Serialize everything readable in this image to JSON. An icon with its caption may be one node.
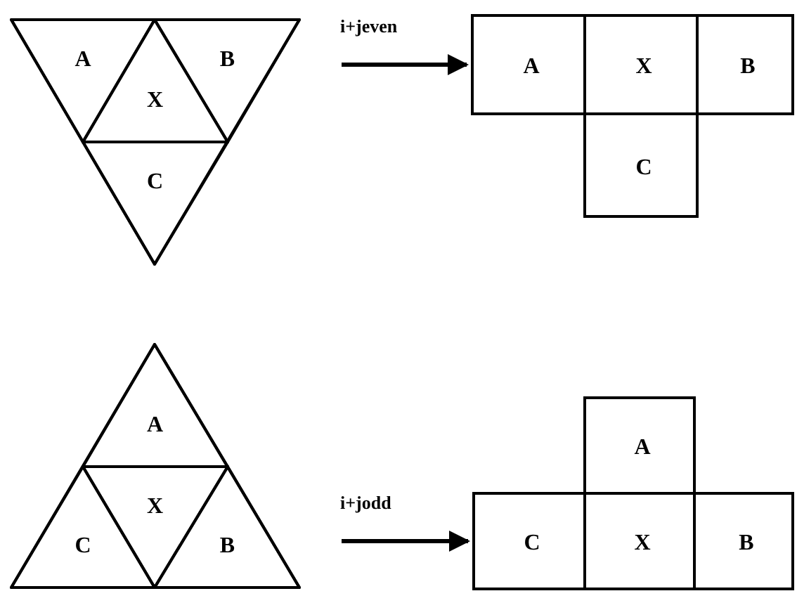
{
  "diagram": {
    "nodes": [
      {
        "text": [],
        "shape": "triangle"
      },
      {
        "text": [
          "A"
        ],
        "in": 0
      },
      {
        "text": [
          "X"
        ],
        "in": 0
      },
      {
        "text": [
          "B"
        ],
        "in": 0
      },
      {
        "text": [
          "C"
        ],
        "in": 0
      },
      {
        "text": [
          "A"
        ]
      },
      {
        "text": [
          "X"
        ]
      },
      {
        "text": [
          "B"
        ]
      },
      {
        "text": [
          "C"
        ]
      },
      {
        "text": [],
        "shape": "triangle"
      },
      {
        "text": [
          "A"
        ],
        "in": 9
      },
      {
        "text": [
          "X"
        ],
        "in": 9
      },
      {
        "text": [
          "C"
        ],
        "in": 9
      },
      {
        "text": [
          "B"
        ],
        "in": 9
      },
      {
        "text": [
          "A"
        ]
      },
      {
        "text": [
          "C"
        ]
      },
      {
        "text": [
          "X"
        ]
      },
      {
        "text": [
          "B"
        ]
      }
    ],
    "edges": [
      {
        "from": 0,
        "to": 5,
        "arrow": "to",
        "label": "i+jeven"
      },
      {
        "from": 9,
        "to": 15,
        "arrow": "to",
        "label": "i+jodd"
      }
    ]
  }
}
